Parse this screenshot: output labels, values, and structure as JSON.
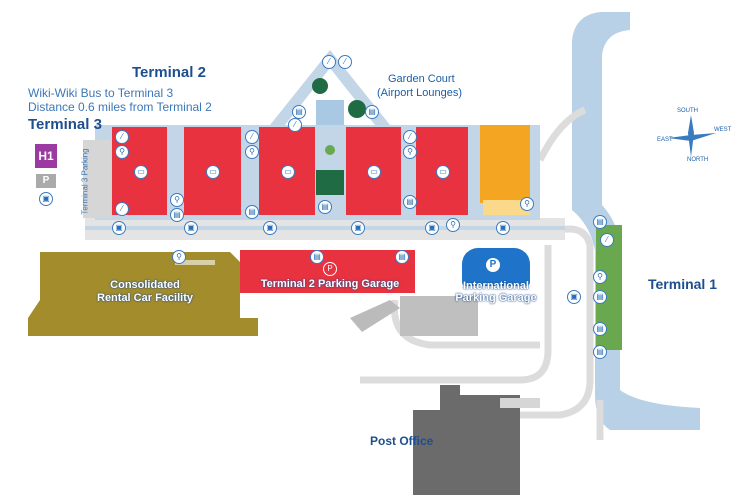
{
  "labels": {
    "terminal2": "Terminal 2",
    "wiki_bus": "Wiki-Wiki Bus to Terminal 3",
    "distance": "Distance 0.6 miles from Terminal 2",
    "terminal3": "Terminal 3",
    "h1": "H1",
    "parking_p": "P",
    "terminal3_parking": "Terminal 3 Parking",
    "garden_court": "Garden Court",
    "airport_lounges": "(Airport Lounges)",
    "rental_line1": "Consolidated",
    "rental_line2": "Rental Car Facility",
    "t2_garage": "Terminal 2 Parking Garage",
    "intl_line1": "International",
    "intl_line2": "Parking Garage",
    "terminal1": "Terminal 1",
    "post_office": "Post Office"
  },
  "compass": {
    "south": "SOUTH",
    "west": "WEST",
    "east": "EAST",
    "north": "NORTH"
  },
  "colors": {
    "terminal_red": "#e8323f",
    "water_blue": "#b8d1e6",
    "concourse_blue": "#c3d6e8",
    "rental_olive": "#a38c2c",
    "terminal1_green": "#6aa84f",
    "intl_garage_blue": "#1f74c9",
    "orange_building": "#f4a623",
    "h1_purple": "#9b3aa0",
    "label_blue": "#1d4f8f"
  },
  "icons": [
    "baggage-icon",
    "restroom-icon",
    "bus-icon",
    "escalator-icon",
    "parking-icon",
    "tree-icon",
    "compass-icon"
  ]
}
